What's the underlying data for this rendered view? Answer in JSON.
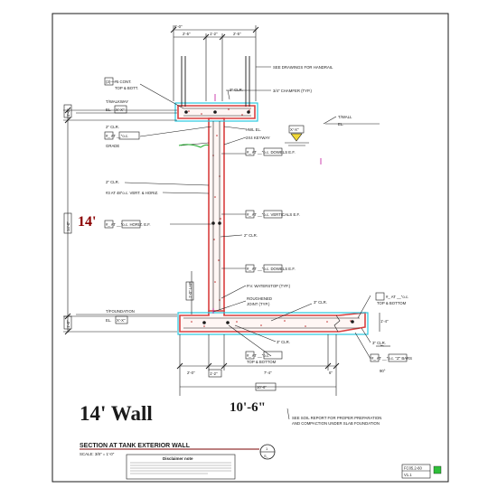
{
  "sheet": {
    "main_title": "14' Wall",
    "width_callout": "10'-6\"",
    "height_callout": "14'",
    "section_title": "SECTION AT TANK EXTERIOR WALL",
    "scale_label": "SCALE: 3/8\" = 1'-0\"",
    "section_marker_top": "1",
    "section_marker_bottom": "S_",
    "disclaimer_title": "Disclaimer note",
    "sheet_code": "FC05.2-60",
    "sheet_version": "V1.1"
  },
  "dimensions": {
    "top_overall": "6'-0\"",
    "top_left": "2'-5\"",
    "top_mid": "1'-2\"",
    "top_right": "2'-5\"",
    "left_top_small": "1'-0\"",
    "left_height": "14'-0\"",
    "left_bottom_small": "1'-0\"",
    "mid_vertical": "1'-0\" LAP",
    "bottom_left": "2'-0\"",
    "bottom_mid": "1'-2\"",
    "bottom_right": "7'-4\"",
    "bottom_end": "6\"",
    "bottom_overall": "10'-6\"",
    "bottom_right_small": "1'-4\""
  },
  "notes": {
    "handrail": "SEE DRAWINGS FOR HANDRAIL",
    "chamfer": "3/4\" CHAMFER (TYP.)",
    "clr_2_top": "2\" CLR.",
    "cont_top_bott_1": "(3)—#5 CONT.",
    "cont_top_bott_2": "TOP & BOTT.",
    "walkway_1": "T/WALKWAY",
    "walkway_2": "EL.",
    "t_wall_1": "T/WALL",
    "t_wall_2": "EL.",
    "clr_2_left": "2\" CLR.",
    "bar_at_oc_left": "#_ AT __\"o.c.",
    "grade": "GRADE",
    "hwl": "HWL EL.",
    "keyway": "2X4 KEYWAY",
    "dowels_ef_top": "#_ AT __\"o.c. DOWELS E.F.",
    "clr_2_mid": "2\" CLR.",
    "bar_48": "#3 AT 48\"o.c. VERT. & HORIZ.",
    "verticals": "#_ AT __\"o.c. VERTICALS E.F.",
    "horiz_ef": "#_ AT __\"o.c. HORIZ. E.F.",
    "clr_2_lower": "2\" CLR.",
    "dowels_ef_low": "#_ AT __\"o.c. DOWELS E.F.",
    "waterstop": "P.V. WATERSTOP (TYP.)",
    "roughened_1": "ROUGHENED",
    "roughened_2": "JOINT (TYP.)",
    "clr_3_right": "3\" CLR.",
    "foundation_1": "T/FOUNDATION",
    "foundation_2": "EL.",
    "bar_right_top": "#_ AT __\"o.c.",
    "bar_right_top_2": "TOP & BOTTOM",
    "clr_3_bottom": "3\" CLR.",
    "clr_3_right2": "3\" CLR.",
    "bar_bottom_mid": "#_ AT __\"o.c.",
    "bar_bottom_mid_2": "TOP & BOTTOM",
    "bars_right": "#_ AT __\"o.c. \"Z\" BARS",
    "soil_1": "SEE SOIL REPORT FOR PROPER PREPARATION",
    "soil_2": "AND COMPACTION UNDER SLAB FOUNDATION",
    "small_tag": "90°",
    "el_box": "X'-X\""
  },
  "colors": {
    "concrete": "#d94040",
    "cyan": "#29c8e0",
    "title_red": "#7a0000",
    "line": "#1a1a1a",
    "green": "#1faa2a",
    "magenta": "#c0149c"
  }
}
